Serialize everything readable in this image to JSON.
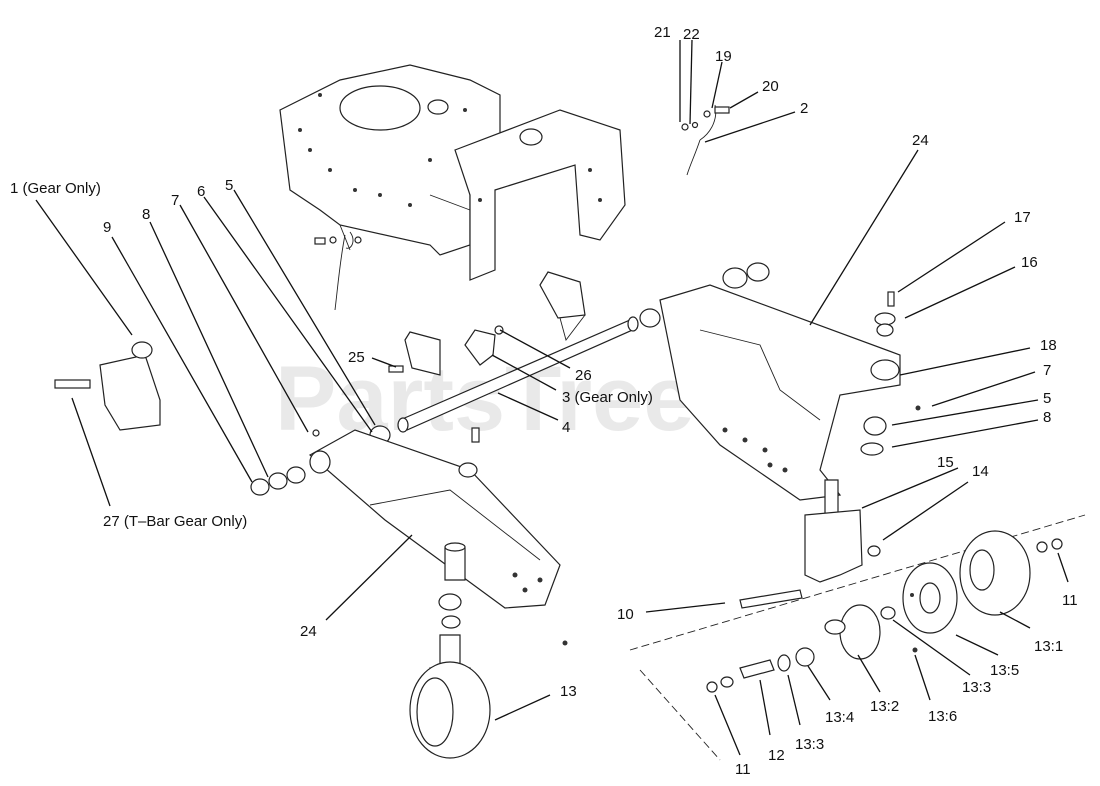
{
  "watermark": "PartsTree",
  "trademark": "TM",
  "callouts": {
    "c21": "21",
    "c22": "22",
    "c19": "19",
    "c20": "20",
    "c2": "2",
    "c24a": "24",
    "c17": "17",
    "c16": "16",
    "c18": "18",
    "c7b": "7",
    "c5b": "5",
    "c8b": "8",
    "c1": "1 (Gear Only)",
    "c9": "9",
    "c8a": "8",
    "c7a": "7",
    "c6": "6",
    "c5a": "5",
    "c25": "25",
    "c26": "26",
    "c3": "3 (Gear Only)",
    "c4": "4",
    "c27": "27 (T–Bar Gear Only)",
    "c24b": "24",
    "c13": "13",
    "c15": "15",
    "c14": "14",
    "c11a": "11",
    "c10": "10",
    "c13_1": "13:1",
    "c13_5": "13:5",
    "c13_3a": "13:3",
    "c13_2": "13:2",
    "c13_6": "13:6",
    "c13_4": "13:4",
    "c13_3b": "13:3",
    "c12": "12",
    "c11b": "11"
  }
}
